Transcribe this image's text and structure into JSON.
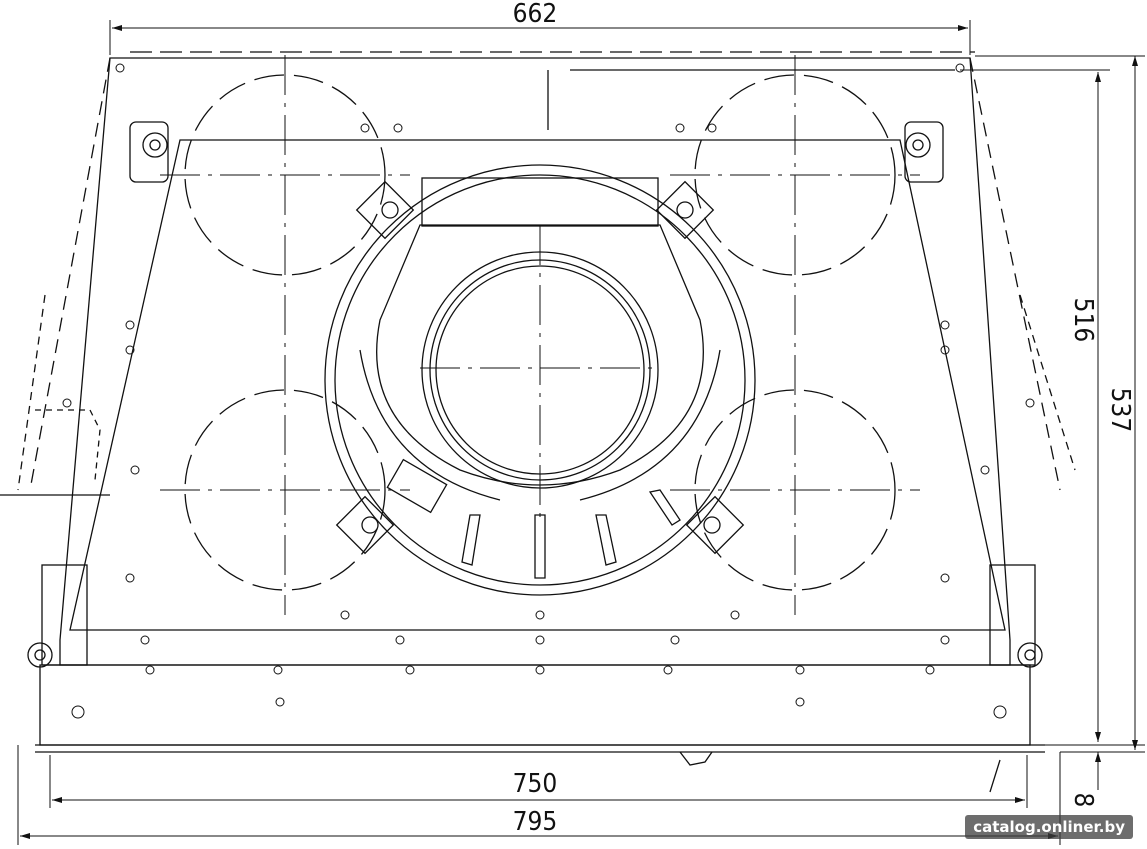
{
  "dimensions": {
    "top_width": "662",
    "inner_height": "516",
    "total_height": "537",
    "bottom_offset": "8",
    "inner_width": "750",
    "total_width": "795"
  },
  "watermark": "catalog.onliner.by"
}
